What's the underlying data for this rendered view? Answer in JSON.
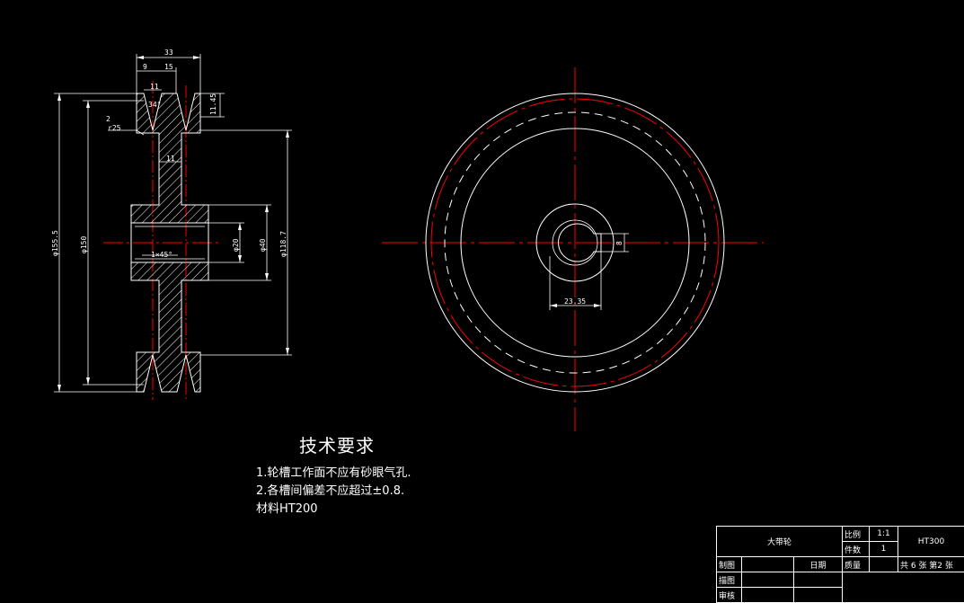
{
  "drawing": {
    "section_dims": {
      "overall_width": "33",
      "groove_offset": "9",
      "groove_pitch": "15",
      "groove_top": "11",
      "groove_angle": "34°",
      "groove_depth": "11.45",
      "fillet": "2",
      "fillet_r": "r25",
      "web": "11",
      "chamfer": "1×45°",
      "bore": "φ20",
      "hub_dia": "φ40",
      "rim_inner": "φ118.7",
      "pitch_dia": "φ150",
      "outer_dia": "φ155.5"
    },
    "front_dims": {
      "keyway_depth": "23.35",
      "keyway_width": "8"
    }
  },
  "technical_requirements": {
    "title": "技术要求",
    "items": [
      "1.轮槽工作面不应有砂眼气孔.",
      "2.各槽间偏差不应超过±0.8.",
      "材料HT200"
    ]
  },
  "title_block": {
    "part_name": "大带轮",
    "scale_label": "比例",
    "scale_value": "1:1",
    "qty_label": "件数",
    "qty_value": "1",
    "material": "HT300",
    "drawn_label": "制图",
    "date_label": "日期",
    "mass_label": "质量",
    "sheet_info": "共 6 张 第2 张",
    "traced_label": "描图",
    "checked_label": "审核"
  },
  "colors": {
    "background": "#000000",
    "lines": "#ffffff",
    "centerlines": "#ff0000"
  }
}
